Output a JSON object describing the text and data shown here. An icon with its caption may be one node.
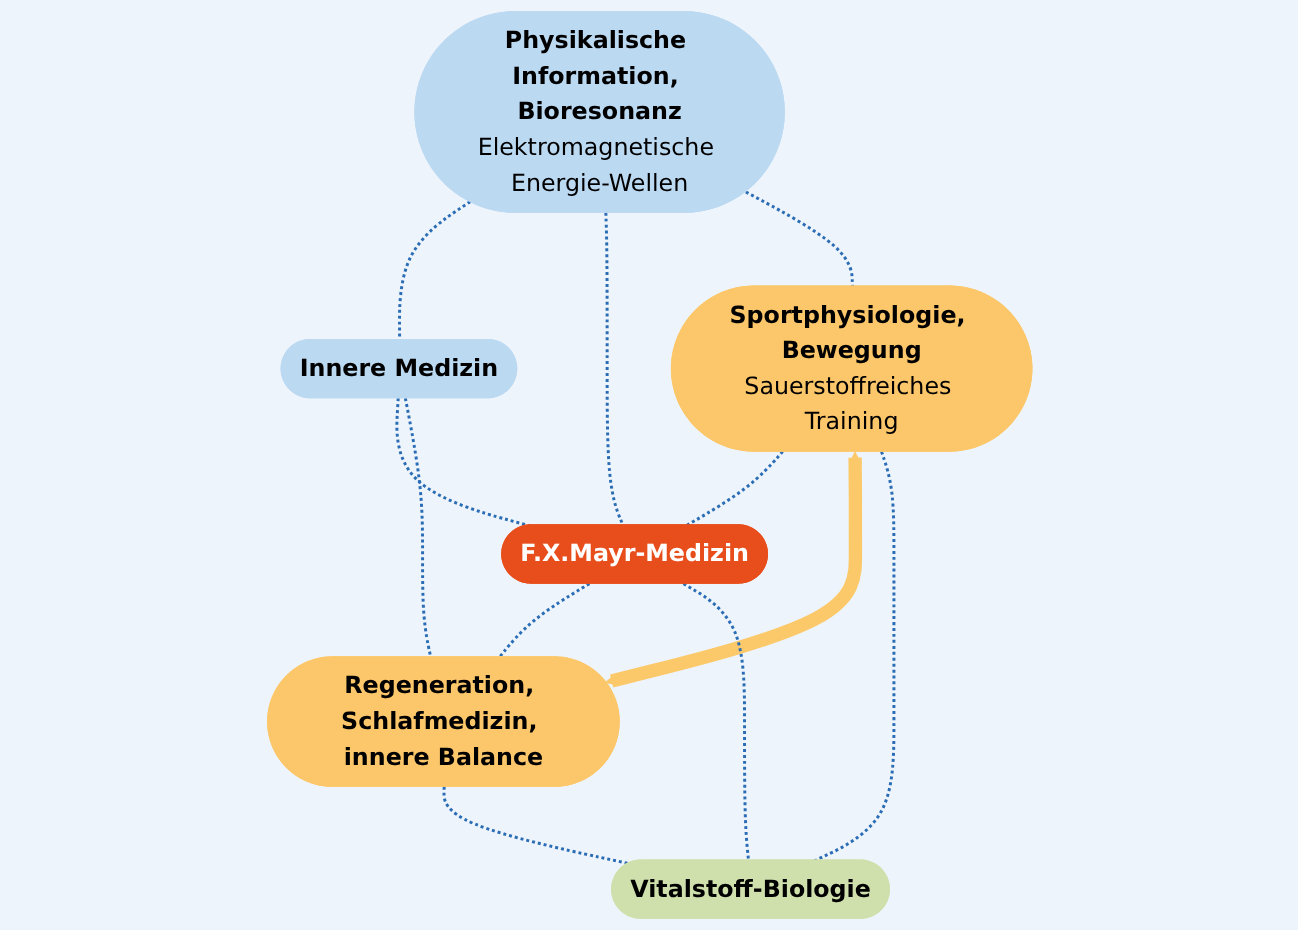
{
  "diagram": {
    "nodes": [
      {
        "text": [
          "F.X.Mayr-Medizin"
        ]
      },
      {
        "text": [
          "Physikalische Information, Bioresonanz",
          "Elektromagnetische Energie-Wellen"
        ]
      },
      {
        "text": [
          "Innere Medizin"
        ]
      },
      {
        "text": [
          "Sportphysiologie, Bewegung",
          "Sauerstoffreiches Training"
        ]
      },
      {
        "text": [
          "Regeneration, Schlafmedizin, innere Balance"
        ]
      },
      {
        "text": [
          "Vitalstoff-Biologie"
        ]
      }
    ],
    "edges": [
      {
        "from": 1,
        "to": 2,
        "arrow": "none",
        "style": "dashed"
      },
      {
        "from": 1,
        "to": 0,
        "arrow": "none",
        "style": "dashed"
      },
      {
        "from": 2,
        "to": 0,
        "arrow": "none",
        "style": "dashed"
      },
      {
        "from": 1,
        "to": 3,
        "arrow": "none",
        "style": "dashed"
      },
      {
        "from": 2,
        "to": 4,
        "arrow": "none",
        "style": "dashed"
      },
      {
        "from": 3,
        "to": 0,
        "arrow": "none",
        "style": "dashed"
      },
      {
        "from": 0,
        "to": 4,
        "arrow": "none",
        "style": "dashed"
      },
      {
        "from": 3,
        "to": 4,
        "arrow": "both",
        "style": "thick",
        "color": "#fbc96a"
      },
      {
        "from": 0,
        "to": 5,
        "arrow": "none",
        "style": "dashed"
      },
      {
        "from": 3,
        "to": 5,
        "arrow": "none",
        "style": "dashed"
      },
      {
        "from": 4,
        "to": 5,
        "arrow": "none",
        "style": "dashed"
      }
    ]
  }
}
